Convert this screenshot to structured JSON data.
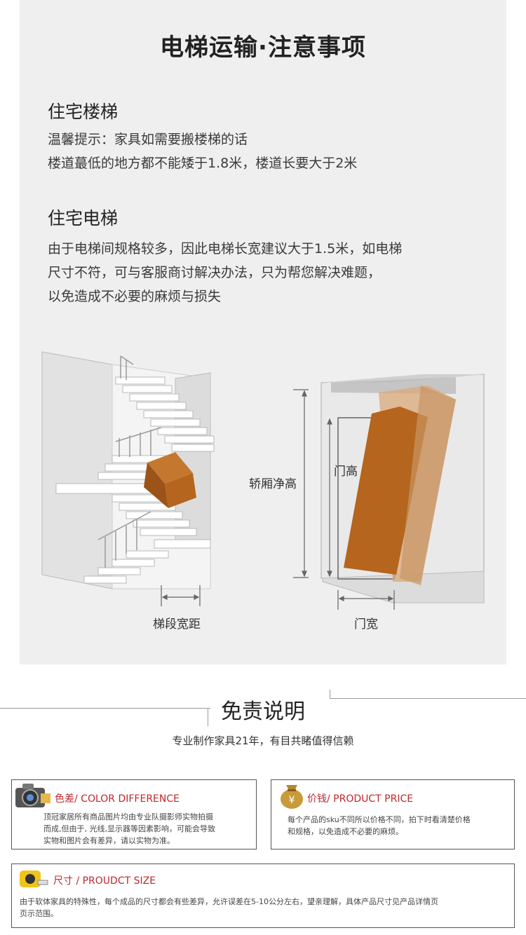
{
  "header": {
    "title": "电梯运输·注意事项"
  },
  "stairs": {
    "title": "住宅楼梯",
    "lines": [
      "温馨提示：家具如需要搬楼梯的话",
      "楼道蕞低的地方都不能矮于1.8米，楼道长要大于2米"
    ]
  },
  "elevator": {
    "title": "住宅电梯",
    "lines": [
      "由于电梯间规格较多，因此电梯长宽建议大于1.5米，如电梯",
      "尺寸不符，可与客服商讨解决办法，只为帮您解决难题，",
      "以免造成不必要的麻烦与损失"
    ]
  },
  "diagram": {
    "stair_label": "梯段宽距",
    "car_height_label": "轿厢净高",
    "door_height_label": "门高",
    "door_width_label": "门宽"
  },
  "disclaimer": {
    "title": "免责说明",
    "subtitle": "专业制作家具21年，有目共睹值得信赖",
    "color": {
      "heading": "色差/ COLOR DIFFERENCE",
      "lines": [
        "顶冠家居所有商品图片均由专业队摄影师实物拍摄",
        "而成,但由于, 光线,显示器等因素影响，可能会导致",
        "实物和图片会有差异，请以实物为准。"
      ],
      "icon": "camera-icon"
    },
    "price": {
      "heading": "价钱/ PRODUCT PRICE",
      "lines": [
        "每个产品的sku不同所以价格不同，拍下时看清楚价格",
        "和规格，以免造成不必要的麻烦。"
      ],
      "icon": "money-bag-icon"
    },
    "size": {
      "heading": "尺寸 / PROUDCT SIZE",
      "lines": [
        "由于软体家具的特殊性，每个成品的尺寸都会有些差异，允许误差在5-10公分左右，望亲理解，具体产品尺寸见产品详情页",
        "页示范围。"
      ],
      "icon": "tape-measure-icon"
    }
  },
  "colors": {
    "accent_red": "#c0272d",
    "box_color": "#b5651d",
    "panel_bg": "#efefef"
  }
}
